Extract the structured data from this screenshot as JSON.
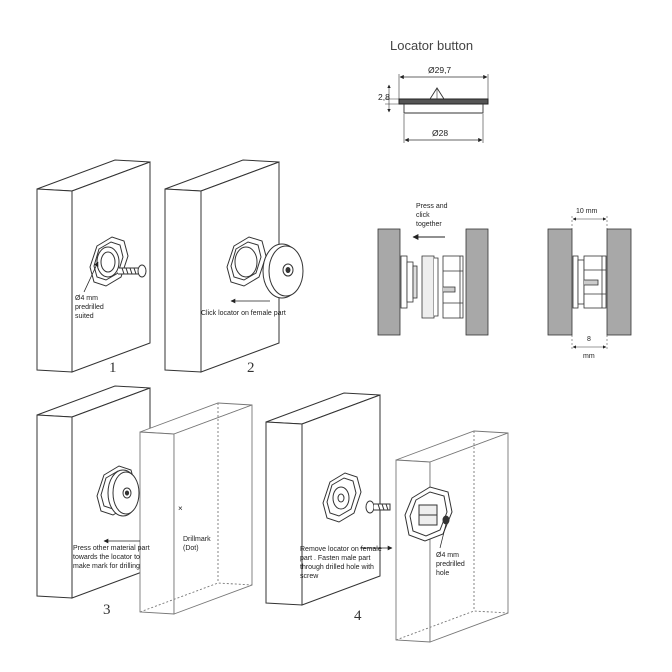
{
  "title": "Locator button",
  "dimensions": {
    "top_diameter": "Ø29,7",
    "height": "2,8",
    "bottom_diameter": "Ø28",
    "gap_width": "10 mm",
    "depth_value": "8",
    "depth_unit": "mm"
  },
  "section_view": {
    "line1": "Press and",
    "line2": "click",
    "line3": "together"
  },
  "steps": [
    {
      "number": "1",
      "notes": [
        "Ø4 mm",
        "predrilled",
        "suited"
      ]
    },
    {
      "number": "2",
      "notes": [
        "Click locator on female part"
      ]
    },
    {
      "number": "3",
      "notes": [
        "Press other material part",
        "towards the locator to",
        "make mark for drilling"
      ],
      "drillmark": [
        "Drillmark",
        "(Dot)"
      ]
    },
    {
      "number": "4",
      "notes": [
        "Remove locator on female",
        "part . Fasten male part",
        "through drilled hole with",
        "screw"
      ],
      "hole": [
        "Ø4 mm",
        "predrilled",
        "hole"
      ]
    }
  ],
  "colors": {
    "line": "#333333",
    "panel_gray": "#a8a8a8",
    "ghost_line": "#777777"
  }
}
